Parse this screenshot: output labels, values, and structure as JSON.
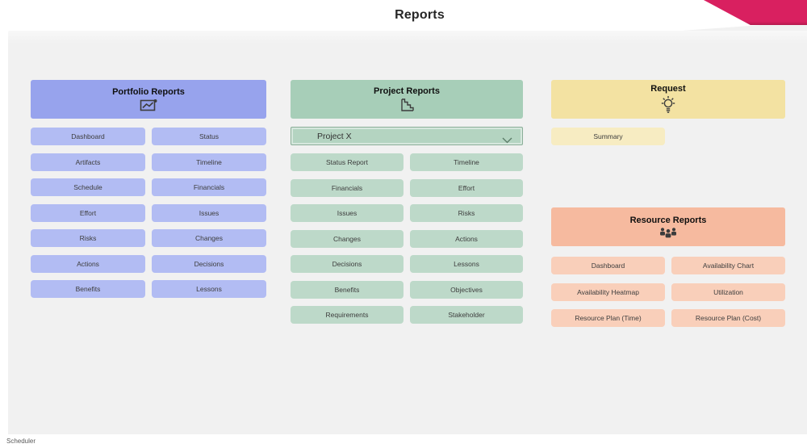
{
  "header": {
    "title": "Reports"
  },
  "footer": {
    "label": "Scheduler"
  },
  "colors": {
    "accent_pink": "#d92060",
    "panel_bg": "#f1f1f1",
    "portfolio_header": "#97a3ed",
    "portfolio_button": "#b2bcf3",
    "project_header": "#a7ceb8",
    "project_button": "#bdd9c9",
    "request_header": "#f3e2a2",
    "request_button": "#f7ecc2",
    "resource_header": "#f6ba9f",
    "resource_button": "#f9cfba"
  },
  "sections": {
    "portfolio": {
      "title": "Portfolio Reports",
      "icon": "line-chart-icon",
      "buttons": [
        "Dashboard",
        "Status",
        "Artifacts",
        "Timeline",
        "Schedule",
        "Financials",
        "Effort",
        "Issues",
        "Risks",
        "Changes",
        "Actions",
        "Decisions",
        "Benefits",
        "Lessons"
      ]
    },
    "project": {
      "title": "Project Reports",
      "icon": "slope-chart-icon",
      "dropdown": {
        "value": "Project X"
      },
      "buttons": [
        "Status Report",
        "Timeline",
        "Financials",
        "Effort",
        "Issues",
        "Risks",
        "Changes",
        "Actions",
        "Decisions",
        "Lessons",
        "Benefits",
        "Objectives",
        "Requirements",
        "Stakeholder"
      ]
    },
    "request": {
      "title": "Request",
      "icon": "lightbulb-icon",
      "buttons": [
        "Summary"
      ]
    },
    "resource": {
      "title": "Resource Reports",
      "icon": "people-icon",
      "buttons": [
        "Dashboard",
        "Availability Chart",
        "Availability Heatmap",
        "Utilization",
        "Resource Plan (Time)",
        "Resource Plan (Cost)"
      ]
    }
  }
}
